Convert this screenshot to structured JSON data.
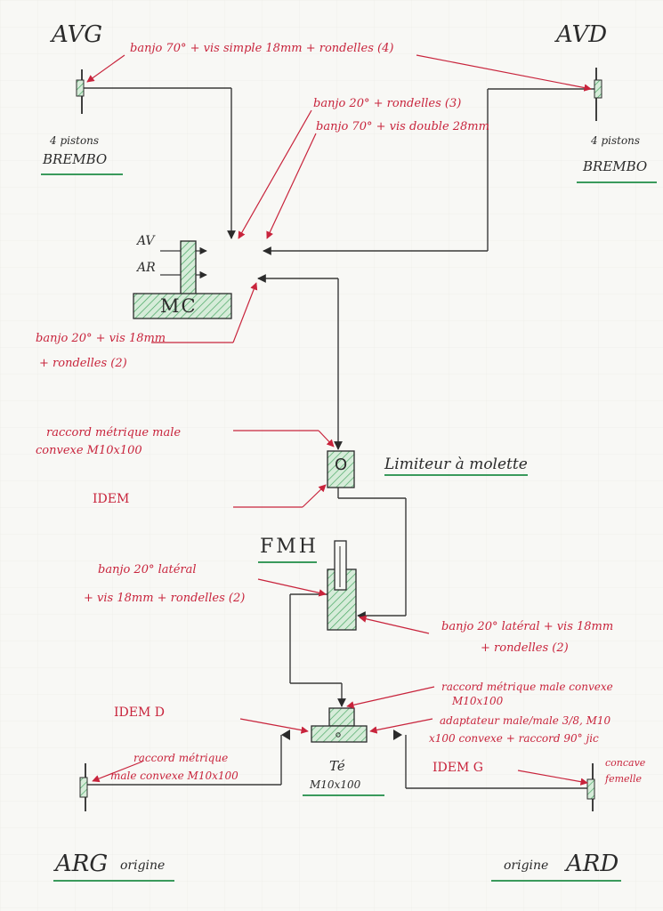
{
  "corners": {
    "avg": "AVG",
    "avd": "AVD",
    "arg": "ARG",
    "ard": "ARD",
    "origine_g": "origine",
    "origine_d": "origine"
  },
  "calipers": {
    "left_line1": "4 pistons",
    "left_line2": "BREMBO",
    "right_line1": "4 pistons",
    "right_line2": "BREMBO"
  },
  "master_cylinder": {
    "label": "MC",
    "av": "AV",
    "ar": "AR"
  },
  "limiteur": {
    "symbol": "O",
    "label": "Limiteur à molette"
  },
  "fmh": {
    "label": "FMH"
  },
  "te": {
    "label": "Té",
    "size": "M10x100"
  },
  "annotations": {
    "top": "banjo 70° + vis simple 18mm + rondelles (4)",
    "banjo20_line1": "banjo 20° + rondelles (3)",
    "banjo20_line2": "banjo 70° + vis double 28mm",
    "mc_line1": "banjo 20° + vis 18mm",
    "mc_line2": "+ rondelles (2)",
    "raccord_line1": "raccord métrique male",
    "raccord_line2": "convexe M10x100",
    "idem": "IDEM",
    "fmh_left_line1": "banjo 20° latéral",
    "fmh_left_line2": "+ vis 18mm + rondelles (2)",
    "fmh_right_line1": "banjo 20° latéral + vis 18mm",
    "fmh_right_line2": "+ rondelles (2)",
    "te_top_line1": "raccord métrique male convexe",
    "te_top_line2": "M10x100",
    "idem_d": "IDEM D",
    "adapt_line1": "adaptateur male/male 3/8, M10",
    "adapt_line2": "x100 convexe + raccord 90° jic",
    "adapt_line3": "concave",
    "adapt_line4": "femelle",
    "idem_g": "IDEM G",
    "arg_line1": "raccord métrique",
    "arg_line2": "male convexe M10x100"
  },
  "colors": {
    "ink": "#2b2b2b",
    "red": "#c8243c",
    "green": "#3a9a5c",
    "hatch_fill": "#cfe8d4"
  }
}
